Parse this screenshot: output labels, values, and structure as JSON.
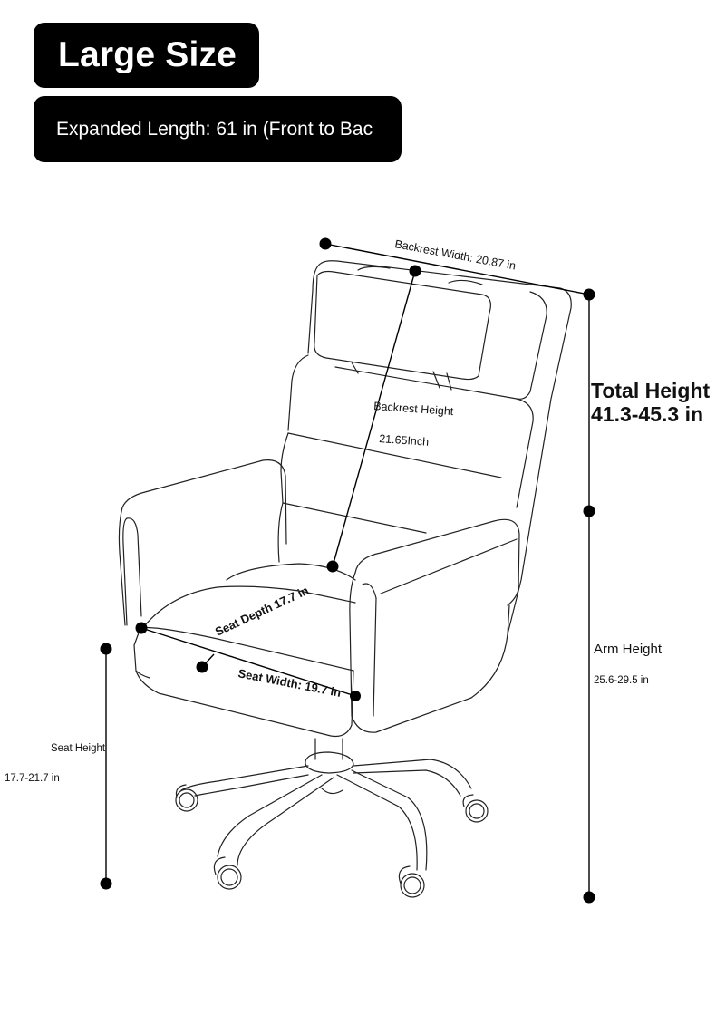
{
  "header": {
    "title": "Large Size",
    "subtitle": "Expanded Length: 61 in (Front to Bac"
  },
  "dimensions": {
    "backrest_width": "Backrest Width: 20.87 in",
    "backrest_height_label": "Backrest Height",
    "backrest_height_value": "21.65Inch",
    "total_height_label": "Total Height",
    "total_height_value": "41.3-45.3 in",
    "arm_height_label": "Arm Height",
    "arm_height_value": "25.6-29.5 in",
    "seat_depth": "Seat Depth 17.7 in",
    "seat_width": "Seat Width: 19.7 in",
    "seat_height_label": "Seat Height",
    "seat_height_value": "17.7-21.7 in"
  }
}
